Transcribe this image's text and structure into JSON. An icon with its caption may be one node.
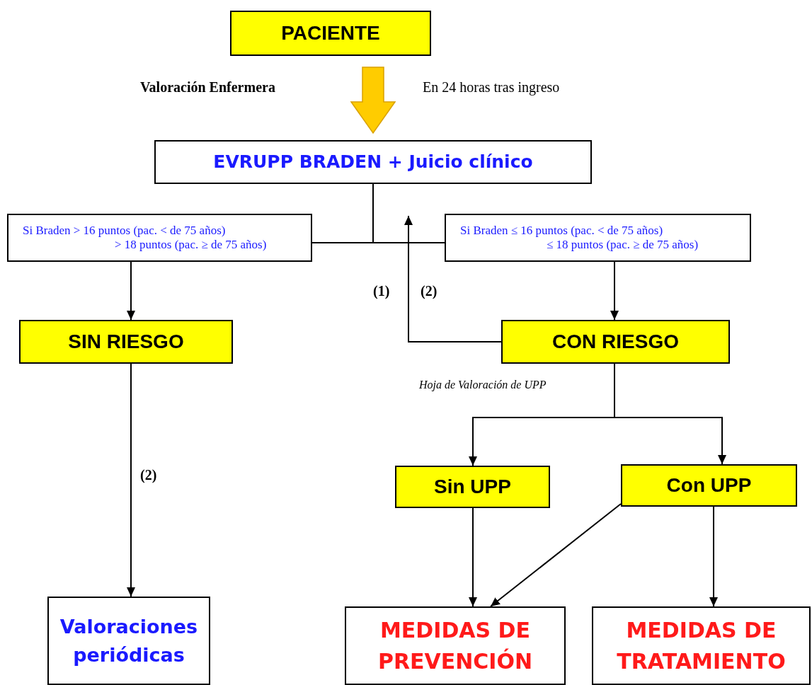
{
  "diagram": {
    "nodes": [
      {
        "text": [
          "PACIENTE"
        ]
      },
      {
        "text": [
          "EVRUPP BRADEN + Juicio clínico"
        ]
      },
      {
        "text": [
          "Si Braden > 16 puntos (pac. < de 75 años)",
          "> 18 puntos (pac. ≥ de 75 años)"
        ]
      },
      {
        "text": [
          "Si Braden ≤ 16 puntos (pac. < de 75 años)",
          "≤ 18 puntos (pac. ≥ de 75 años)"
        ]
      },
      {
        "text": [
          "SIN RIESGO"
        ]
      },
      {
        "text": [
          "CON RIESGO"
        ]
      },
      {
        "text": [
          "Sin UPP"
        ]
      },
      {
        "text": [
          "Con UPP"
        ]
      },
      {
        "text": [
          "Valoraciones periódicas"
        ]
      },
      {
        "text": [
          "MEDIDAS DE PREVENCIÓN"
        ]
      },
      {
        "text": [
          "MEDIDAS DE TRATAMIENTO"
        ]
      }
    ],
    "edges": [
      {
        "from": 0,
        "to": 1,
        "arrow": "to",
        "style": "thick",
        "color": "#ffcc00"
      },
      {
        "from": 1,
        "to": 2,
        "arrow": "none"
      },
      {
        "from": 1,
        "to": 3,
        "arrow": "none"
      },
      {
        "from": 2,
        "to": 4,
        "arrow": "to"
      },
      {
        "from": 3,
        "to": 5,
        "arrow": "to"
      },
      {
        "from": 5,
        "to": null,
        "arrow": "to"
      },
      {
        "from": 4,
        "to": 8,
        "arrow": "to",
        "label": "(2)"
      },
      {
        "from": 5,
        "to": 6,
        "arrow": "to"
      },
      {
        "from": 5,
        "to": 7,
        "arrow": "to"
      },
      {
        "from": 6,
        "to": 9,
        "arrow": "to"
      },
      {
        "from": 7,
        "to": 9,
        "arrow": "to"
      },
      {
        "from": 7,
        "to": 10,
        "arrow": "to"
      }
    ],
    "labels": [
      "Valoración Enfermera",
      "En 24 horas tras ingreso",
      "(1)",
      "(2)",
      "Hoja de Valoración de UPP"
    ]
  }
}
